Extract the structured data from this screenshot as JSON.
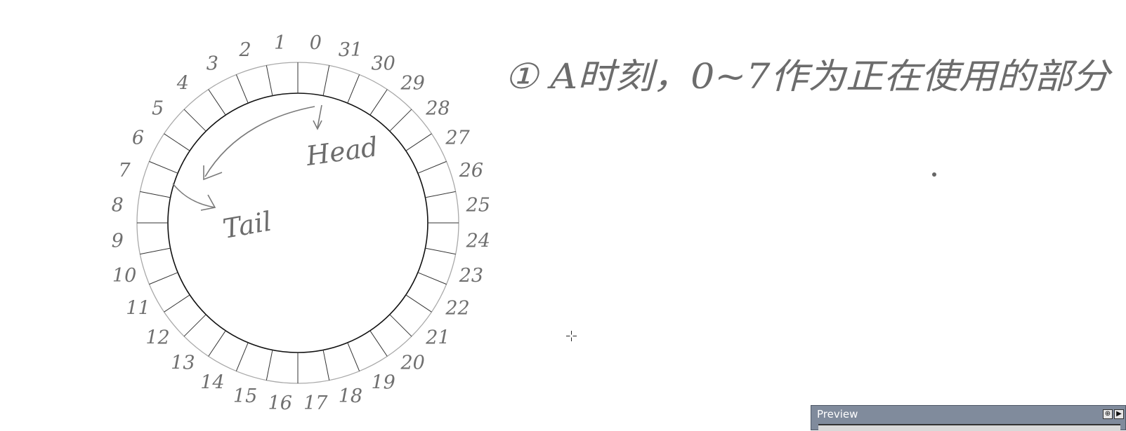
{
  "diagram": {
    "segment_numbers": [
      "0",
      "1",
      "2",
      "3",
      "4",
      "5",
      "6",
      "7",
      "8",
      "9",
      "10",
      "11",
      "12",
      "13",
      "14",
      "15",
      "16",
      "17",
      "18",
      "19",
      "20",
      "21",
      "22",
      "23",
      "24",
      "25",
      "26",
      "27",
      "28",
      "29",
      "30",
      "31"
    ],
    "head_label": "Head",
    "tail_label": "Tail",
    "note": "① A时刻，0~7作为正在使用的部分"
  },
  "preview_panel": {
    "title": "Preview",
    "buttons": [
      "⊕",
      "▶"
    ]
  },
  "colors": {
    "ink": "#6f6f6f",
    "panel_header": "#808b9c"
  }
}
